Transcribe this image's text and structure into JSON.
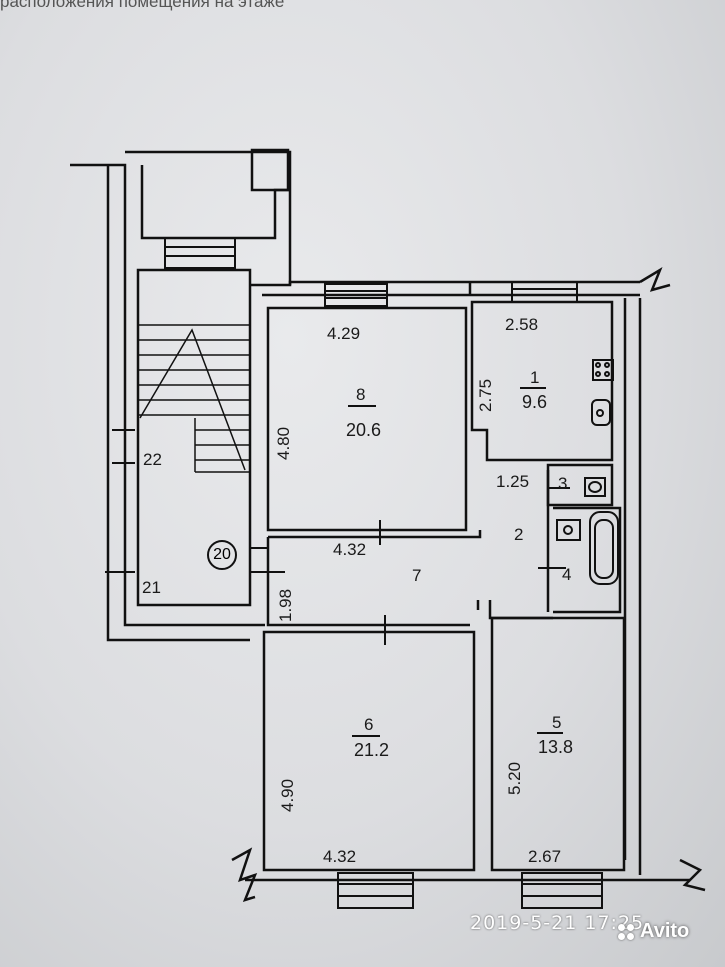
{
  "header": {
    "text": "расположения помещения на этаже"
  },
  "rooms": {
    "r1": {
      "number": "1",
      "area": "9.6"
    },
    "r2": {
      "number": "2"
    },
    "r3": {
      "number": "3"
    },
    "r4": {
      "number": "4"
    },
    "r5": {
      "number": "5",
      "area": "13.8"
    },
    "r6": {
      "number": "6",
      "area": "21.2"
    },
    "r7": {
      "number": "7"
    },
    "r8": {
      "number": "8",
      "area": "20.6"
    },
    "r20": {
      "number": "20"
    },
    "r21": {
      "number": "21"
    },
    "r22": {
      "number": "22"
    }
  },
  "dimensions": {
    "d8_w": "4.29",
    "d8_h": "4.80",
    "d1_w": "2.58",
    "d1_h": "2.75",
    "d2_w": "1.25",
    "d7_w": "4.32",
    "d7_h": "1.98",
    "d6_w": "4.32",
    "d6_h": "4.90",
    "d5_w": "2.67",
    "d5_h": "5.20"
  },
  "stamp": {
    "datetime": "2019-5-21 17:25"
  },
  "watermark": {
    "brand": "Avito"
  }
}
